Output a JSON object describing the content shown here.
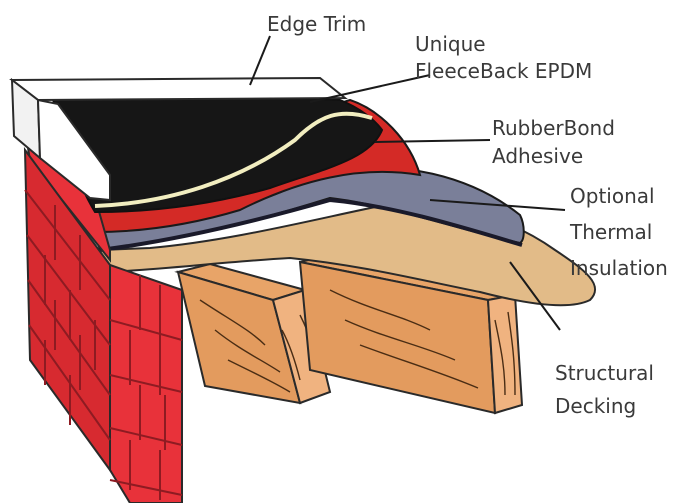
{
  "labels": {
    "edge_trim": "Edge Trim",
    "epdm_line1": "Unique",
    "epdm_line2": "FleeceBack EPDM",
    "adhesive_line1": "RubberBond",
    "adhesive_line2": "Adhesive",
    "insulation_line1": "Optional",
    "insulation_line2": "Thermal",
    "insulation_line3": "Insulation",
    "decking_line1": "Structural",
    "decking_line2": "Decking"
  },
  "colors": {
    "brick": "#e8323a",
    "mortar": "#9a1f25",
    "trim": "#ffffff",
    "epdm": "#161616",
    "fleece": "#f2eec0",
    "adhesive": "#d42a26",
    "insulation": "#7a7f99",
    "decking": "#e2bb88",
    "joist": "#e8a468"
  }
}
